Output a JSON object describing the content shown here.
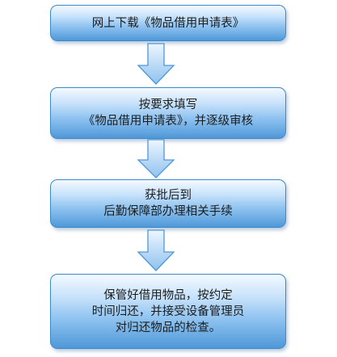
{
  "flowchart": {
    "steps": [
      {
        "lines": [
          "网上下载《物品借用申请表》"
        ]
      },
      {
        "lines": [
          "按要求填写",
          "《物品借用申请表》，并逐级审核"
        ]
      },
      {
        "lines": [
          "获批后到",
          "后勤保障部办理相关手续"
        ]
      },
      {
        "lines": [
          "保管好借用物品，按约定",
          "时间归还，并接受设备管理员",
          "对归还物品的检查。"
        ]
      }
    ],
    "colors": {
      "box_top": "#f3f9ff",
      "box_bottom": "#4f98d9",
      "box_border": "#3f89c9",
      "arrow_fill": "#b4d6f4",
      "arrow_stroke": "#4f98d9"
    }
  }
}
